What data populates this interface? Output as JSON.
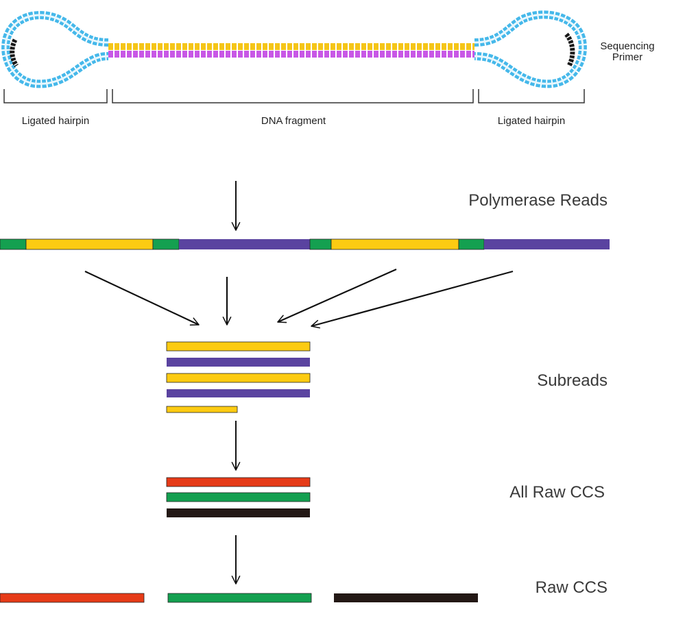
{
  "labels": {
    "sequencing_primer_line1": "Sequencing",
    "sequencing_primer_line2": "Primer",
    "left_hairpin": "Ligated hairpin",
    "dna_fragment": "DNA fragment",
    "right_hairpin": "Ligated hairpin",
    "polymerase_reads": "Polymerase Reads",
    "subreads": "Subreads",
    "all_raw_ccs": "All Raw CCS",
    "raw_ccs": "Raw CCS"
  },
  "colors": {
    "hairpin": "#45b8ea",
    "hairpin_inner": "#d7f1fb",
    "strand_top": "#f5c518",
    "strand_bottom": "#c857e6",
    "primer": "#1a1a1a",
    "yellow": "#fccb12",
    "purple": "#5a43a0",
    "green": "#14a050",
    "red": "#e63b18",
    "black": "#231815",
    "arrow": "#111111",
    "label": "#3a3a3a"
  },
  "polymerase_read_segments": [
    "green",
    "yellow",
    "green",
    "purple",
    "green",
    "yellow",
    "green",
    "purple"
  ],
  "subreads": [
    "yellow",
    "purple",
    "yellow",
    "purple",
    "yellow"
  ],
  "all_raw_ccs": [
    "red",
    "green",
    "black"
  ],
  "raw_ccs": [
    "red",
    "green",
    "black"
  ]
}
